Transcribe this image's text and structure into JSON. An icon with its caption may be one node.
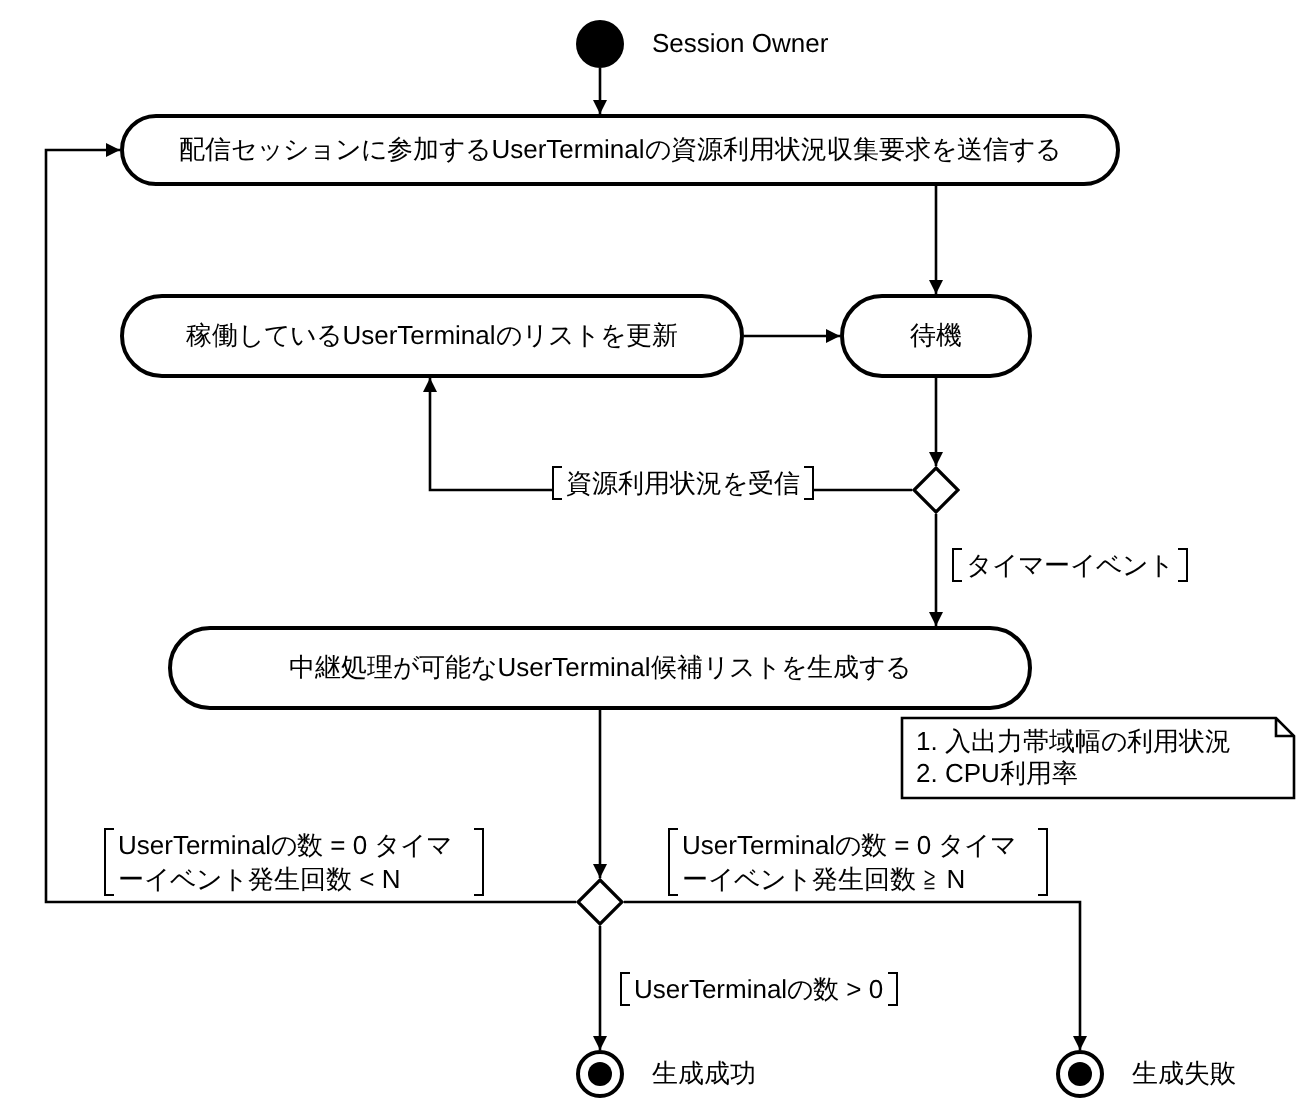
{
  "diagram": {
    "nodes": [
      {
        "text": [],
        "shape": "circle",
        "beside": [
          "Session Owner"
        ]
      },
      {
        "text": [
          "配信セッションに参加するUserTerminalの資源利用状況収集要求を送信する"
        ]
      },
      {
        "text": [
          "稼働しているUserTerminalのリストを更新"
        ]
      },
      {
        "text": [
          "待機"
        ]
      },
      {
        "text": [],
        "shape": "diamond"
      },
      {
        "text": [
          "中継処理が可能なUserTerminal候補リストを生成する"
        ]
      },
      {
        "text": [
          "1. 入出力帯域幅の利用状況",
          "2. CPU利用率"
        ]
      },
      {
        "text": [],
        "shape": "diamond"
      },
      {
        "text": [],
        "shape": "circle",
        "beside": [
          "生成成功"
        ]
      },
      {
        "text": [],
        "shape": "circle",
        "beside": [
          "生成失敗"
        ]
      }
    ],
    "edges": [
      {
        "from": 0,
        "to": 1,
        "arrow": "to"
      },
      {
        "from": 1,
        "to": 3,
        "arrow": "to"
      },
      {
        "from": 2,
        "to": 3,
        "arrow": "to"
      },
      {
        "from": 3,
        "to": 4,
        "arrow": "to"
      },
      {
        "from": 4,
        "to": 2,
        "arrow": "to",
        "label": "資源利用状況を受信"
      },
      {
        "from": 4,
        "to": 5,
        "arrow": "to",
        "label": "タイマーイベント"
      },
      {
        "from": 5,
        "to": 7,
        "arrow": "to"
      },
      {
        "from": 7,
        "to": 1,
        "arrow": "to",
        "label": "UserTerminalの数 = 0 タイマーイベント発生回数 < N"
      },
      {
        "from": 7,
        "to": 8,
        "arrow": "to",
        "label": "UserTerminalの数 > 0"
      },
      {
        "from": 7,
        "to": 9,
        "arrow": "to",
        "label": "UserTerminalの数 = 0 タイマーイベント発生回数 ≧ N"
      }
    ]
  }
}
